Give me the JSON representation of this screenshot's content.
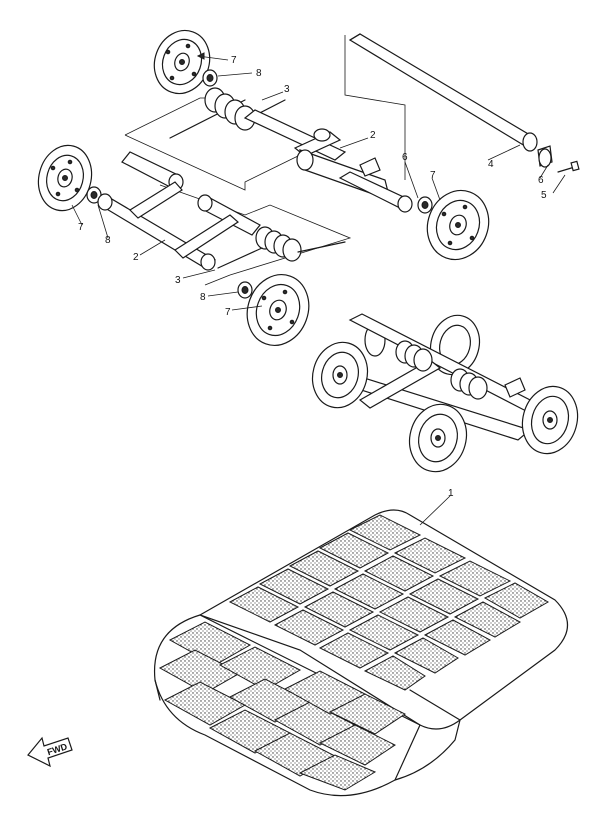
{
  "labels": {
    "p1": "1",
    "p2a": "2",
    "p2b": "2",
    "p3a": "3",
    "p3b": "3",
    "p4": "4",
    "p5": "5",
    "p6a": "6",
    "p6b": "6",
    "p7a": "7",
    "p7b": "7",
    "p7c": "7",
    "p7d": "7",
    "p8a": "8",
    "p8b": "8",
    "p8c": "8"
  },
  "direction_marker": "FWD",
  "colors": {
    "ink": "#1a1a1a",
    "paper": "#ffffff"
  }
}
